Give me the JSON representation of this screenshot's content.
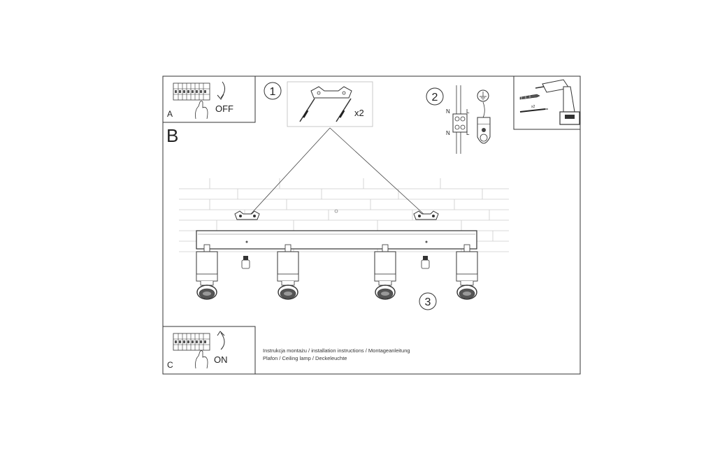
{
  "panels": {
    "a": {
      "letter": "A",
      "action": "OFF"
    },
    "b": {
      "letter": "B"
    },
    "c": {
      "letter": "C",
      "action": "ON"
    }
  },
  "steps": {
    "one": {
      "number": "1",
      "quantity": "x2"
    },
    "two": {
      "number": "2",
      "neutral": "N",
      "live": "L"
    },
    "three": {
      "number": "3"
    }
  },
  "tools": {
    "quantity": "x2"
  },
  "caption": {
    "line1": "Instrukcja montażu / installation instructions / Montageanleitung",
    "line2": "Plafon / Ceiling lamp / Deckeleuchte"
  }
}
